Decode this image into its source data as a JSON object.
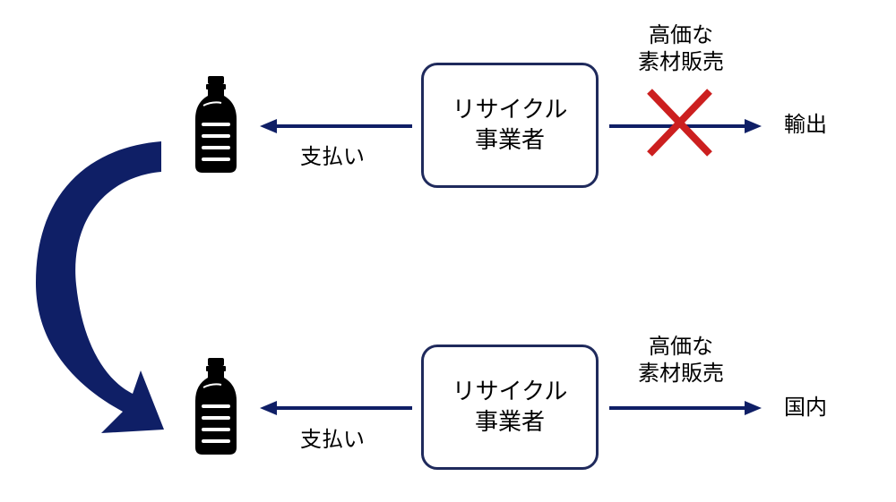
{
  "colors": {
    "navy": "#1f2a5c",
    "arrow": "#0f1f66",
    "cross": "#cc1f1f",
    "bottle": "#000000"
  },
  "top_row": {
    "recycler": {
      "line1": "リサイクル",
      "line2": "事業者"
    },
    "payment_label": "支払い",
    "material_label": {
      "line1": "高価な",
      "line2": "素材販売"
    },
    "destination_label": "輸出",
    "blocked": true
  },
  "bottom_row": {
    "recycler": {
      "line1": "リサイクル",
      "line2": "事業者"
    },
    "payment_label": "支払い",
    "material_label": {
      "line1": "高価な",
      "line2": "素材販売"
    },
    "destination_label": "国内",
    "blocked": false
  },
  "icons": {
    "bottle": "plastic-bottle-icon",
    "cross": "cross-mark-icon",
    "curved_arrow": "curved-arrow-icon"
  }
}
